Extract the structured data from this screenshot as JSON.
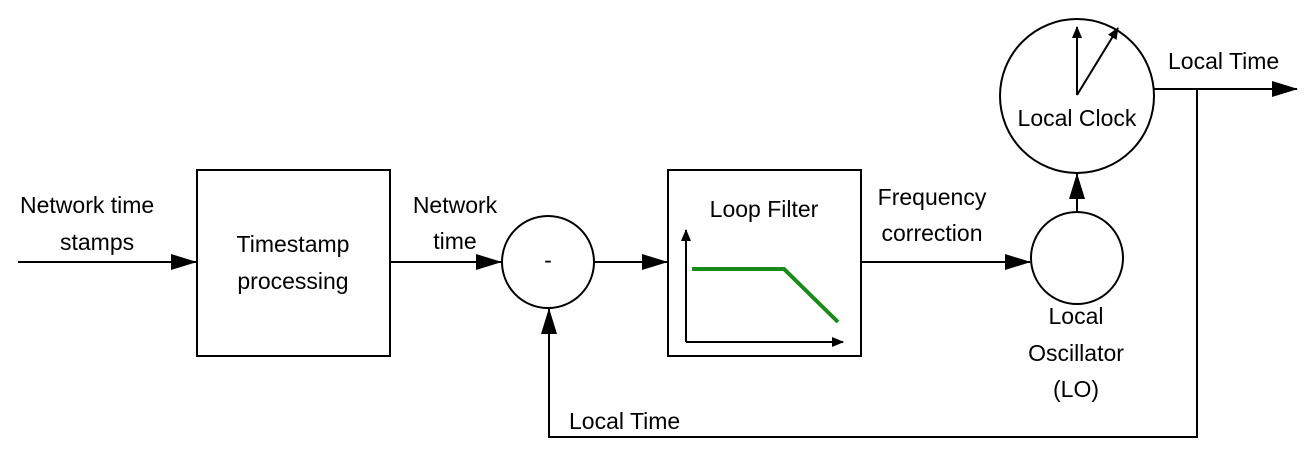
{
  "diagram": {
    "inputs": {
      "network_time_stamps": [
        "Network time",
        "stamps"
      ]
    },
    "blocks": {
      "timestamp_processing": [
        "Timestamp",
        "processing"
      ],
      "subtractor": "-",
      "loop_filter": "Loop Filter",
      "local_oscillator": [
        "Local",
        "Oscillator",
        "(LO)"
      ],
      "local_clock": "Local Clock"
    },
    "signals": {
      "network_time": [
        "Network",
        "time"
      ],
      "frequency_correction": [
        "Frequency",
        "correction"
      ],
      "local_time_output": "Local Time",
      "local_time_feedback": "Local Time"
    },
    "colors": {
      "line": "#000000",
      "filter_response": "#1a8a1a"
    }
  }
}
